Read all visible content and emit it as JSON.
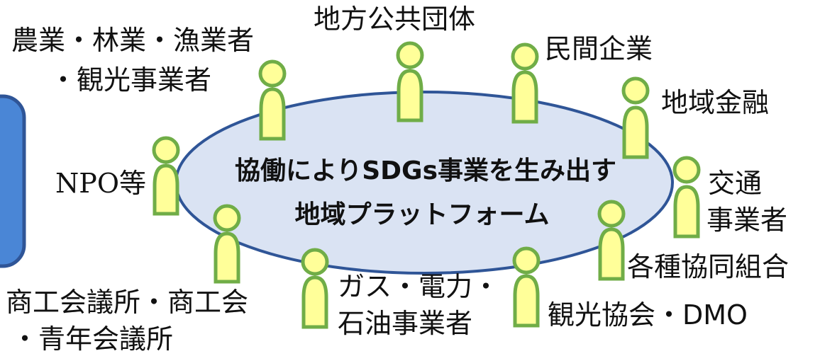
{
  "platform": {
    "title_line1": "協働によりSDGs事業を生み出す",
    "title_line2": "地域プラットフォーム"
  },
  "stakeholders": {
    "agriculture_line1": "農業・林業・漁業者",
    "agriculture_line2": "・観光事業者",
    "local_government": "地方公共団体",
    "private_companies": "民間企業",
    "regional_finance": "地域金融",
    "npo": "NPO等",
    "transport_line1": "交通",
    "transport_line2": "事業者",
    "cooperatives": "各種協同組合",
    "tourism_association": "観光協会・DMO",
    "energy_line1": "ガス・電力・",
    "energy_line2": "石油事業者",
    "chamber_line1": "商工会議所・商工会",
    "chamber_line2": "・青年会議所"
  },
  "colors": {
    "ellipse_fill": "#dae3f3",
    "ellipse_stroke": "#2f5597",
    "person_fill": "#ffff99",
    "person_stroke": "#70ad47",
    "side_panel_fill": "#4a86d6",
    "side_panel_stroke": "#2f5597"
  }
}
